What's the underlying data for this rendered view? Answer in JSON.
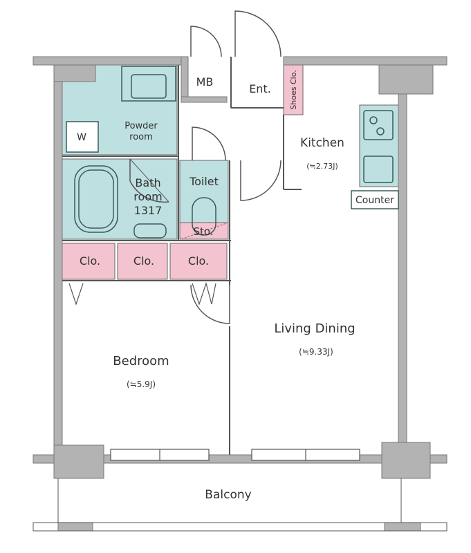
{
  "rooms": {
    "mb": "MB",
    "entrance": "Ent.",
    "shoes_closet": "Shoes Clo.",
    "kitchen": {
      "name": "Kitchen",
      "size": "(≒2.73J)"
    },
    "counter": "Counter",
    "washer": "W",
    "powder_room": {
      "line1": "Powder",
      "line2": "room"
    },
    "bathroom": {
      "line1": "Bath",
      "line2": "room",
      "line3": "1317"
    },
    "toilet": "Toilet",
    "storage": "Sto.",
    "closets": [
      "Clo.",
      "Clo.",
      "Clo."
    ],
    "bedroom": {
      "name": "Bedroom",
      "size": "(≒5.9J)"
    },
    "living_dining": {
      "name": "Living Dining",
      "size": "(≒9.33J)"
    },
    "balcony": "Balcony"
  },
  "colors": {
    "wall": "#b3b3b3",
    "wet_area": "#bfe0e0",
    "closet": "#f3c3cf",
    "line": "#555555",
    "fixture": "#3a5a5a"
  }
}
